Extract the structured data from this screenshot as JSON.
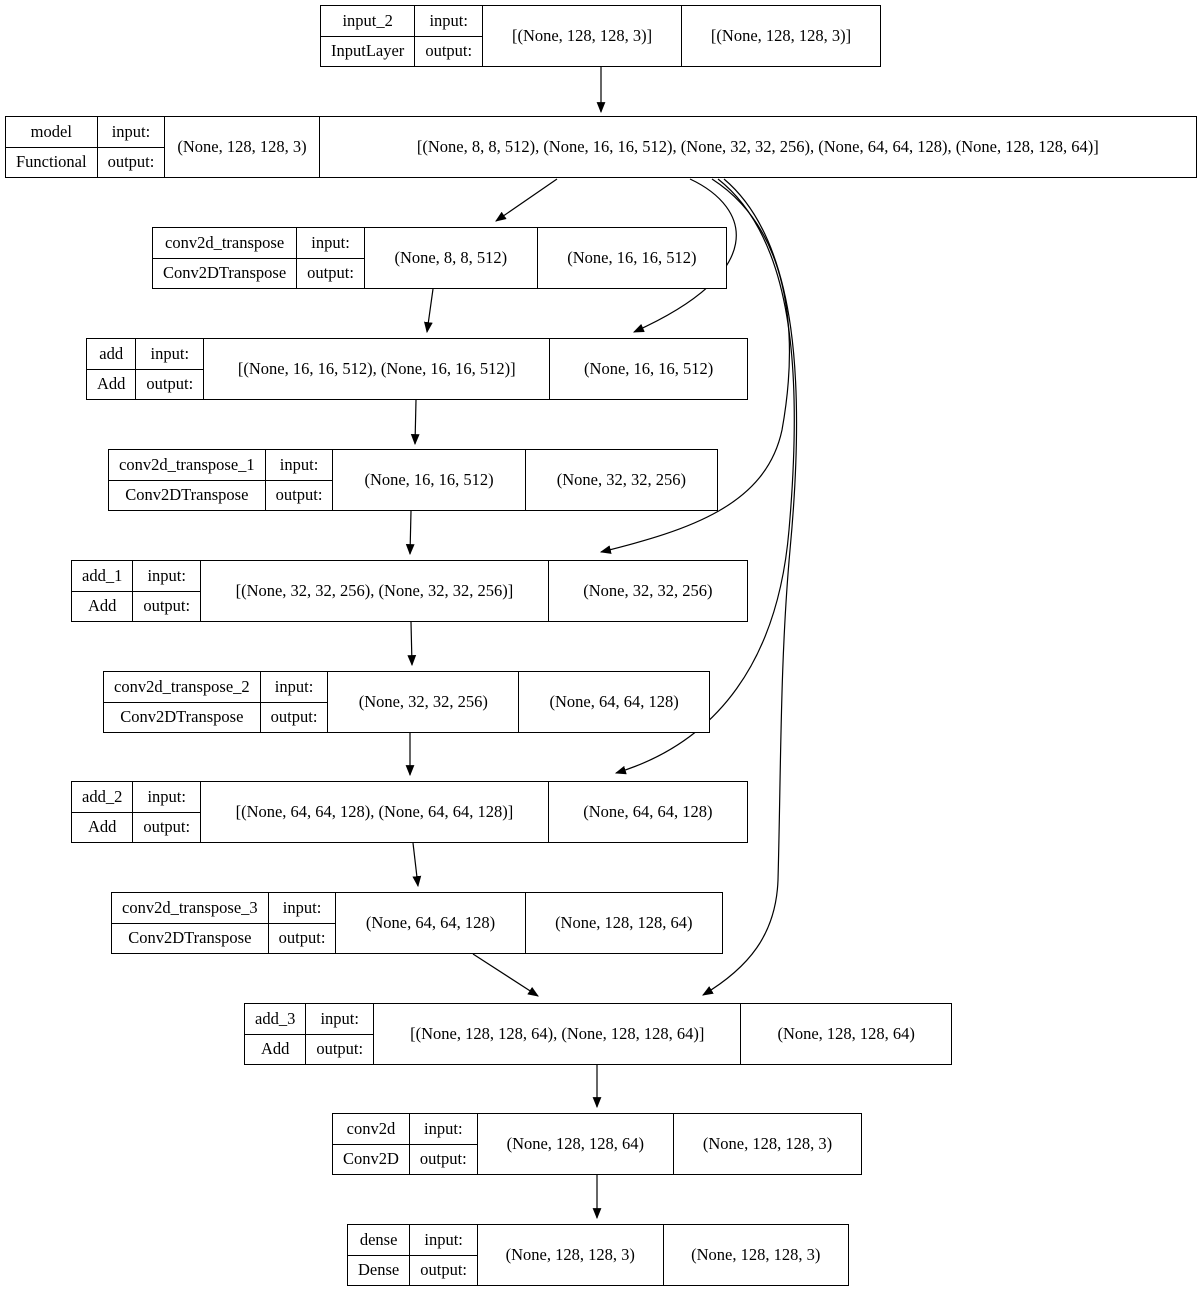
{
  "diagram": {
    "kind": "keras-model-plot",
    "colors": {
      "border": "#000000",
      "background": "#ffffff",
      "text": "#000000"
    },
    "io_labels": {
      "input": "input:",
      "output": "output:"
    },
    "nodes": [
      {
        "id": "input_2",
        "name": "input_2",
        "type": "InputLayer",
        "input_shape": "[(None, 128, 128, 3)]",
        "output_shape": "[(None, 128, 128, 3)]"
      },
      {
        "id": "model",
        "name": "model",
        "type": "Functional",
        "input_shape": "(None, 128, 128, 3)",
        "output_shape": "[(None, 8, 8, 512), (None, 16, 16, 512), (None, 32, 32, 256), (None, 64, 64, 128), (None, 128, 128, 64)]"
      },
      {
        "id": "conv2d_transpose",
        "name": "conv2d_transpose",
        "type": "Conv2DTranspose",
        "input_shape": "(None, 8, 8, 512)",
        "output_shape": "(None, 16, 16, 512)"
      },
      {
        "id": "add",
        "name": "add",
        "type": "Add",
        "input_shape": "[(None, 16, 16, 512), (None, 16, 16, 512)]",
        "output_shape": "(None, 16, 16, 512)"
      },
      {
        "id": "conv2d_transpose_1",
        "name": "conv2d_transpose_1",
        "type": "Conv2DTranspose",
        "input_shape": "(None, 16, 16, 512)",
        "output_shape": "(None, 32, 32, 256)"
      },
      {
        "id": "add_1",
        "name": "add_1",
        "type": "Add",
        "input_shape": "[(None, 32, 32, 256), (None, 32, 32, 256)]",
        "output_shape": "(None, 32, 32, 256)"
      },
      {
        "id": "conv2d_transpose_2",
        "name": "conv2d_transpose_2",
        "type": "Conv2DTranspose",
        "input_shape": "(None, 32, 32, 256)",
        "output_shape": "(None, 64, 64, 128)"
      },
      {
        "id": "add_2",
        "name": "add_2",
        "type": "Add",
        "input_shape": "[(None, 64, 64, 128), (None, 64, 64, 128)]",
        "output_shape": "(None, 64, 64, 128)"
      },
      {
        "id": "conv2d_transpose_3",
        "name": "conv2d_transpose_3",
        "type": "Conv2DTranspose",
        "input_shape": "(None, 64, 64, 128)",
        "output_shape": "(None, 128, 128, 64)"
      },
      {
        "id": "add_3",
        "name": "add_3",
        "type": "Add",
        "input_shape": "[(None, 128, 128, 64), (None, 128, 128, 64)]",
        "output_shape": "(None, 128, 128, 64)"
      },
      {
        "id": "conv2d",
        "name": "conv2d",
        "type": "Conv2D",
        "input_shape": "(None, 128, 128, 64)",
        "output_shape": "(None, 128, 128, 3)"
      },
      {
        "id": "dense",
        "name": "dense",
        "type": "Dense",
        "input_shape": "(None, 128, 128, 3)",
        "output_shape": "(None, 128, 128, 3)"
      }
    ],
    "edges": [
      {
        "from": "input_2",
        "to": "model"
      },
      {
        "from": "model",
        "to": "conv2d_transpose"
      },
      {
        "from": "model",
        "to": "add"
      },
      {
        "from": "model",
        "to": "add_1"
      },
      {
        "from": "model",
        "to": "add_2"
      },
      {
        "from": "model",
        "to": "add_3"
      },
      {
        "from": "conv2d_transpose",
        "to": "add"
      },
      {
        "from": "add",
        "to": "conv2d_transpose_1"
      },
      {
        "from": "conv2d_transpose_1",
        "to": "add_1"
      },
      {
        "from": "add_1",
        "to": "conv2d_transpose_2"
      },
      {
        "from": "conv2d_transpose_2",
        "to": "add_2"
      },
      {
        "from": "add_2",
        "to": "conv2d_transpose_3"
      },
      {
        "from": "conv2d_transpose_3",
        "to": "add_3"
      },
      {
        "from": "add_3",
        "to": "conv2d"
      },
      {
        "from": "conv2d",
        "to": "dense"
      }
    ]
  }
}
